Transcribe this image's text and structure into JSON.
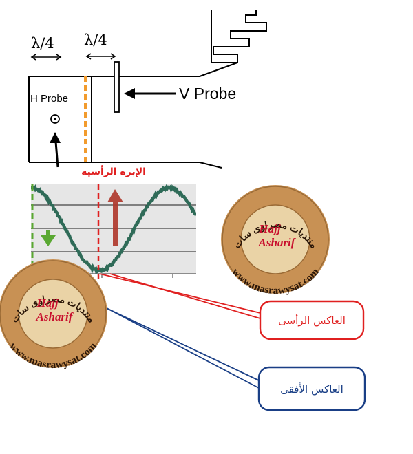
{
  "labels": {
    "lambda_left": "λ/4",
    "lambda_right": "λ/4",
    "h_probe": "H Probe",
    "v_probe": "V Probe",
    "vertical_needle": "الإبره الرأسيه",
    "vertical_reflector": "العاكس الرأسى",
    "horizontal_reflector": "العاكس الأفقى"
  },
  "watermark": {
    "forum_name": "منتديات مصراوى سات",
    "signature_line1": "Hajj",
    "signature_line2": "Asharif",
    "website": "www.masrawysat.com"
  },
  "colors": {
    "vertical": "#e02020",
    "horizontal": "#1a3f86",
    "green": "#5aa832",
    "orange": "#f29b2d",
    "wave": "#2f6b58",
    "seal_outer": "#c89154",
    "seal_inner": "#ead3a6",
    "needle_arrow": "#b03a2e"
  },
  "icons": {
    "h_probe": "dot-in-circle-icon",
    "needle": "up-arrow-icon",
    "green_marker": "down-arrow-icon"
  }
}
